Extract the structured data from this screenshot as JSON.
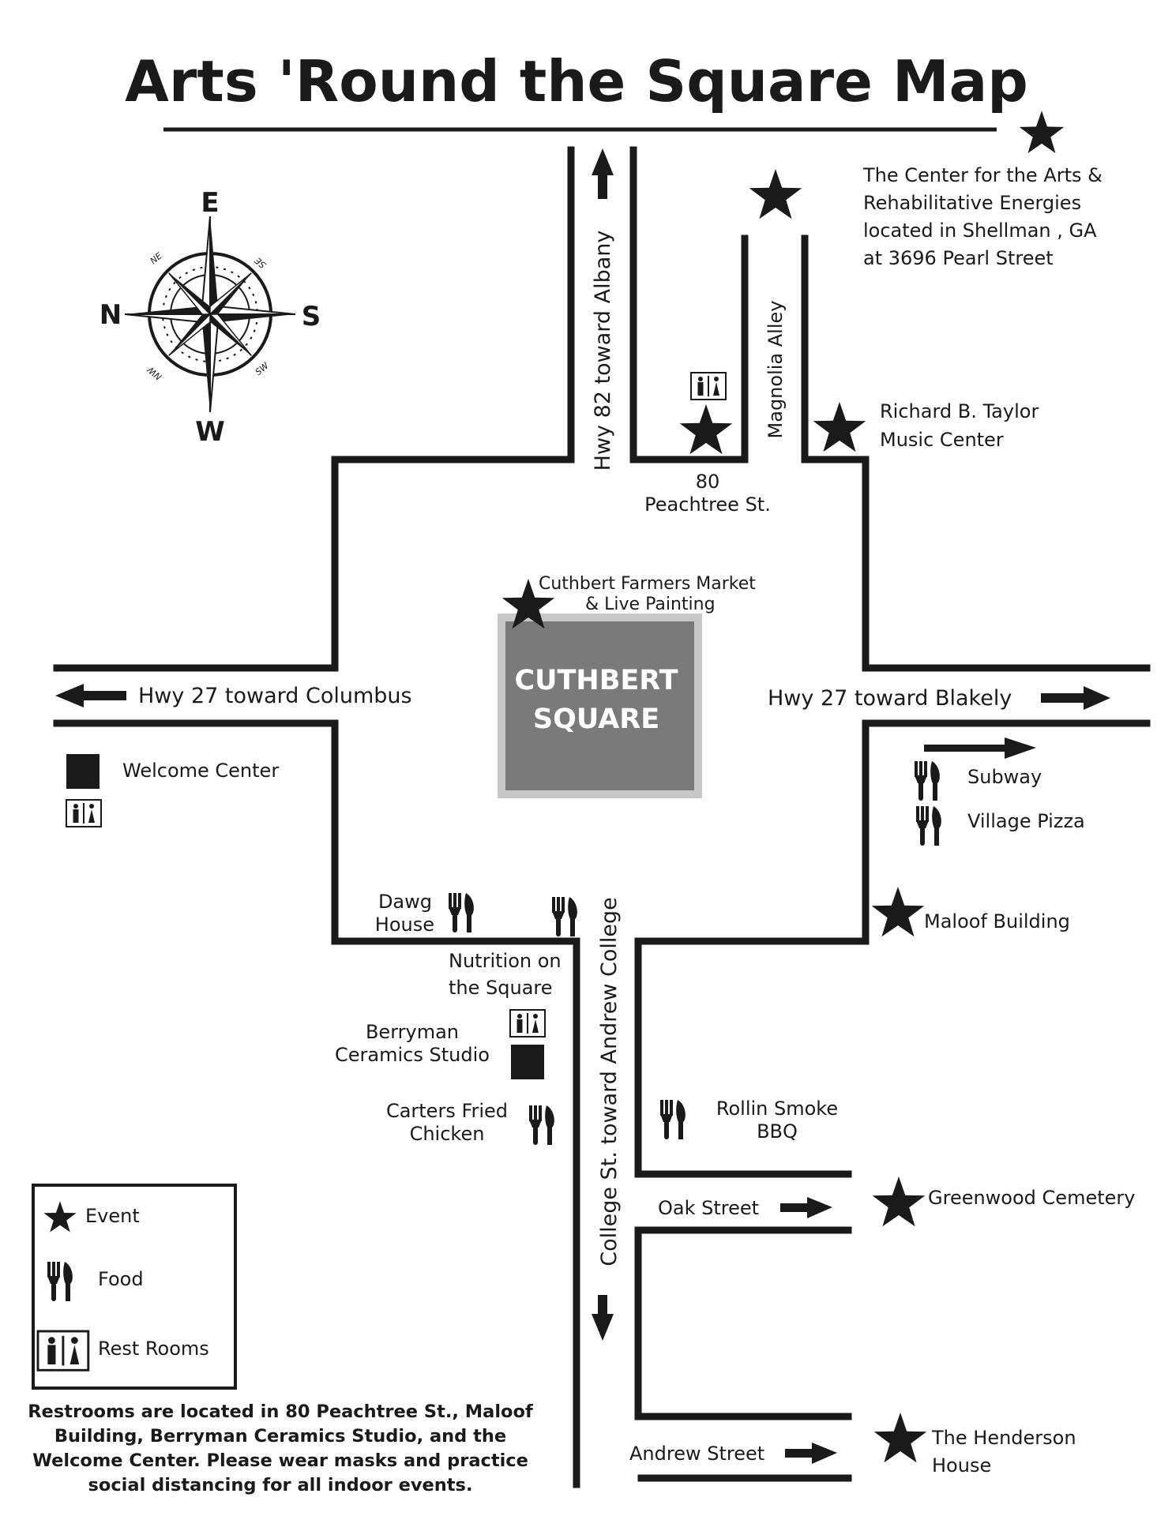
{
  "title": "Arts 'Round the Square Map",
  "compass": {
    "north": "N",
    "south": "S",
    "east": "E",
    "west": "W",
    "ne": "NE",
    "se": "SE",
    "nw": "NW",
    "sw": "SW"
  },
  "roads": {
    "hwy82": "Hwy 82 toward Albany",
    "magnolia": "Magnolia Alley",
    "hwy27_west": "Hwy 27 toward Columbus",
    "hwy27_east": "Hwy 27 toward Blakely",
    "college": "College St. toward Andrew College",
    "oak": "Oak Street",
    "andrew": "Andrew Street"
  },
  "square": {
    "line1": "CUTHBERT",
    "line2": "SQUARE",
    "color": "#7a7a7a"
  },
  "places": {
    "center_arts": [
      "The Center for the Arts &",
      "Rehabilitative Energies",
      "located in Shellman , GA",
      "at 3696 Pearl Street"
    ],
    "taylor": [
      "Richard B. Taylor",
      "Music Center"
    ],
    "peachtree": [
      "80",
      "Peachtree St."
    ],
    "farmers": [
      "Cuthbert Farmers Market",
      "& Live Painting"
    ],
    "welcome": "Welcome Center",
    "subway": "Subway",
    "village_pizza": "Village Pizza",
    "dawg": [
      "Dawg",
      "House"
    ],
    "nutrition": [
      "Nutrition on",
      "the Square"
    ],
    "maloof": "Maloof Building",
    "berryman": [
      "Berryman",
      "Ceramics Studio"
    ],
    "carters": [
      "Carters Fried",
      "Chicken"
    ],
    "rollin": [
      "Rollin Smoke",
      "BBQ"
    ],
    "greenwood": "Greenwood Cemetery",
    "henderson": [
      "The Henderson",
      "House"
    ]
  },
  "legend": {
    "event": "Event",
    "food": "Food",
    "restrooms": "Rest Rooms"
  },
  "note": "Restrooms are located in 80 Peachtree St., Maloof Building, Berryman Ceramics Studio, and the Welcome Center.  Please wear masks and practice social distancing for all indoor events.",
  "icons": {
    "event": "star-icon",
    "food": "fork-knife-icon",
    "restroom": "restroom-icon",
    "building": "square-marker-icon",
    "direction": "arrow-icon"
  }
}
